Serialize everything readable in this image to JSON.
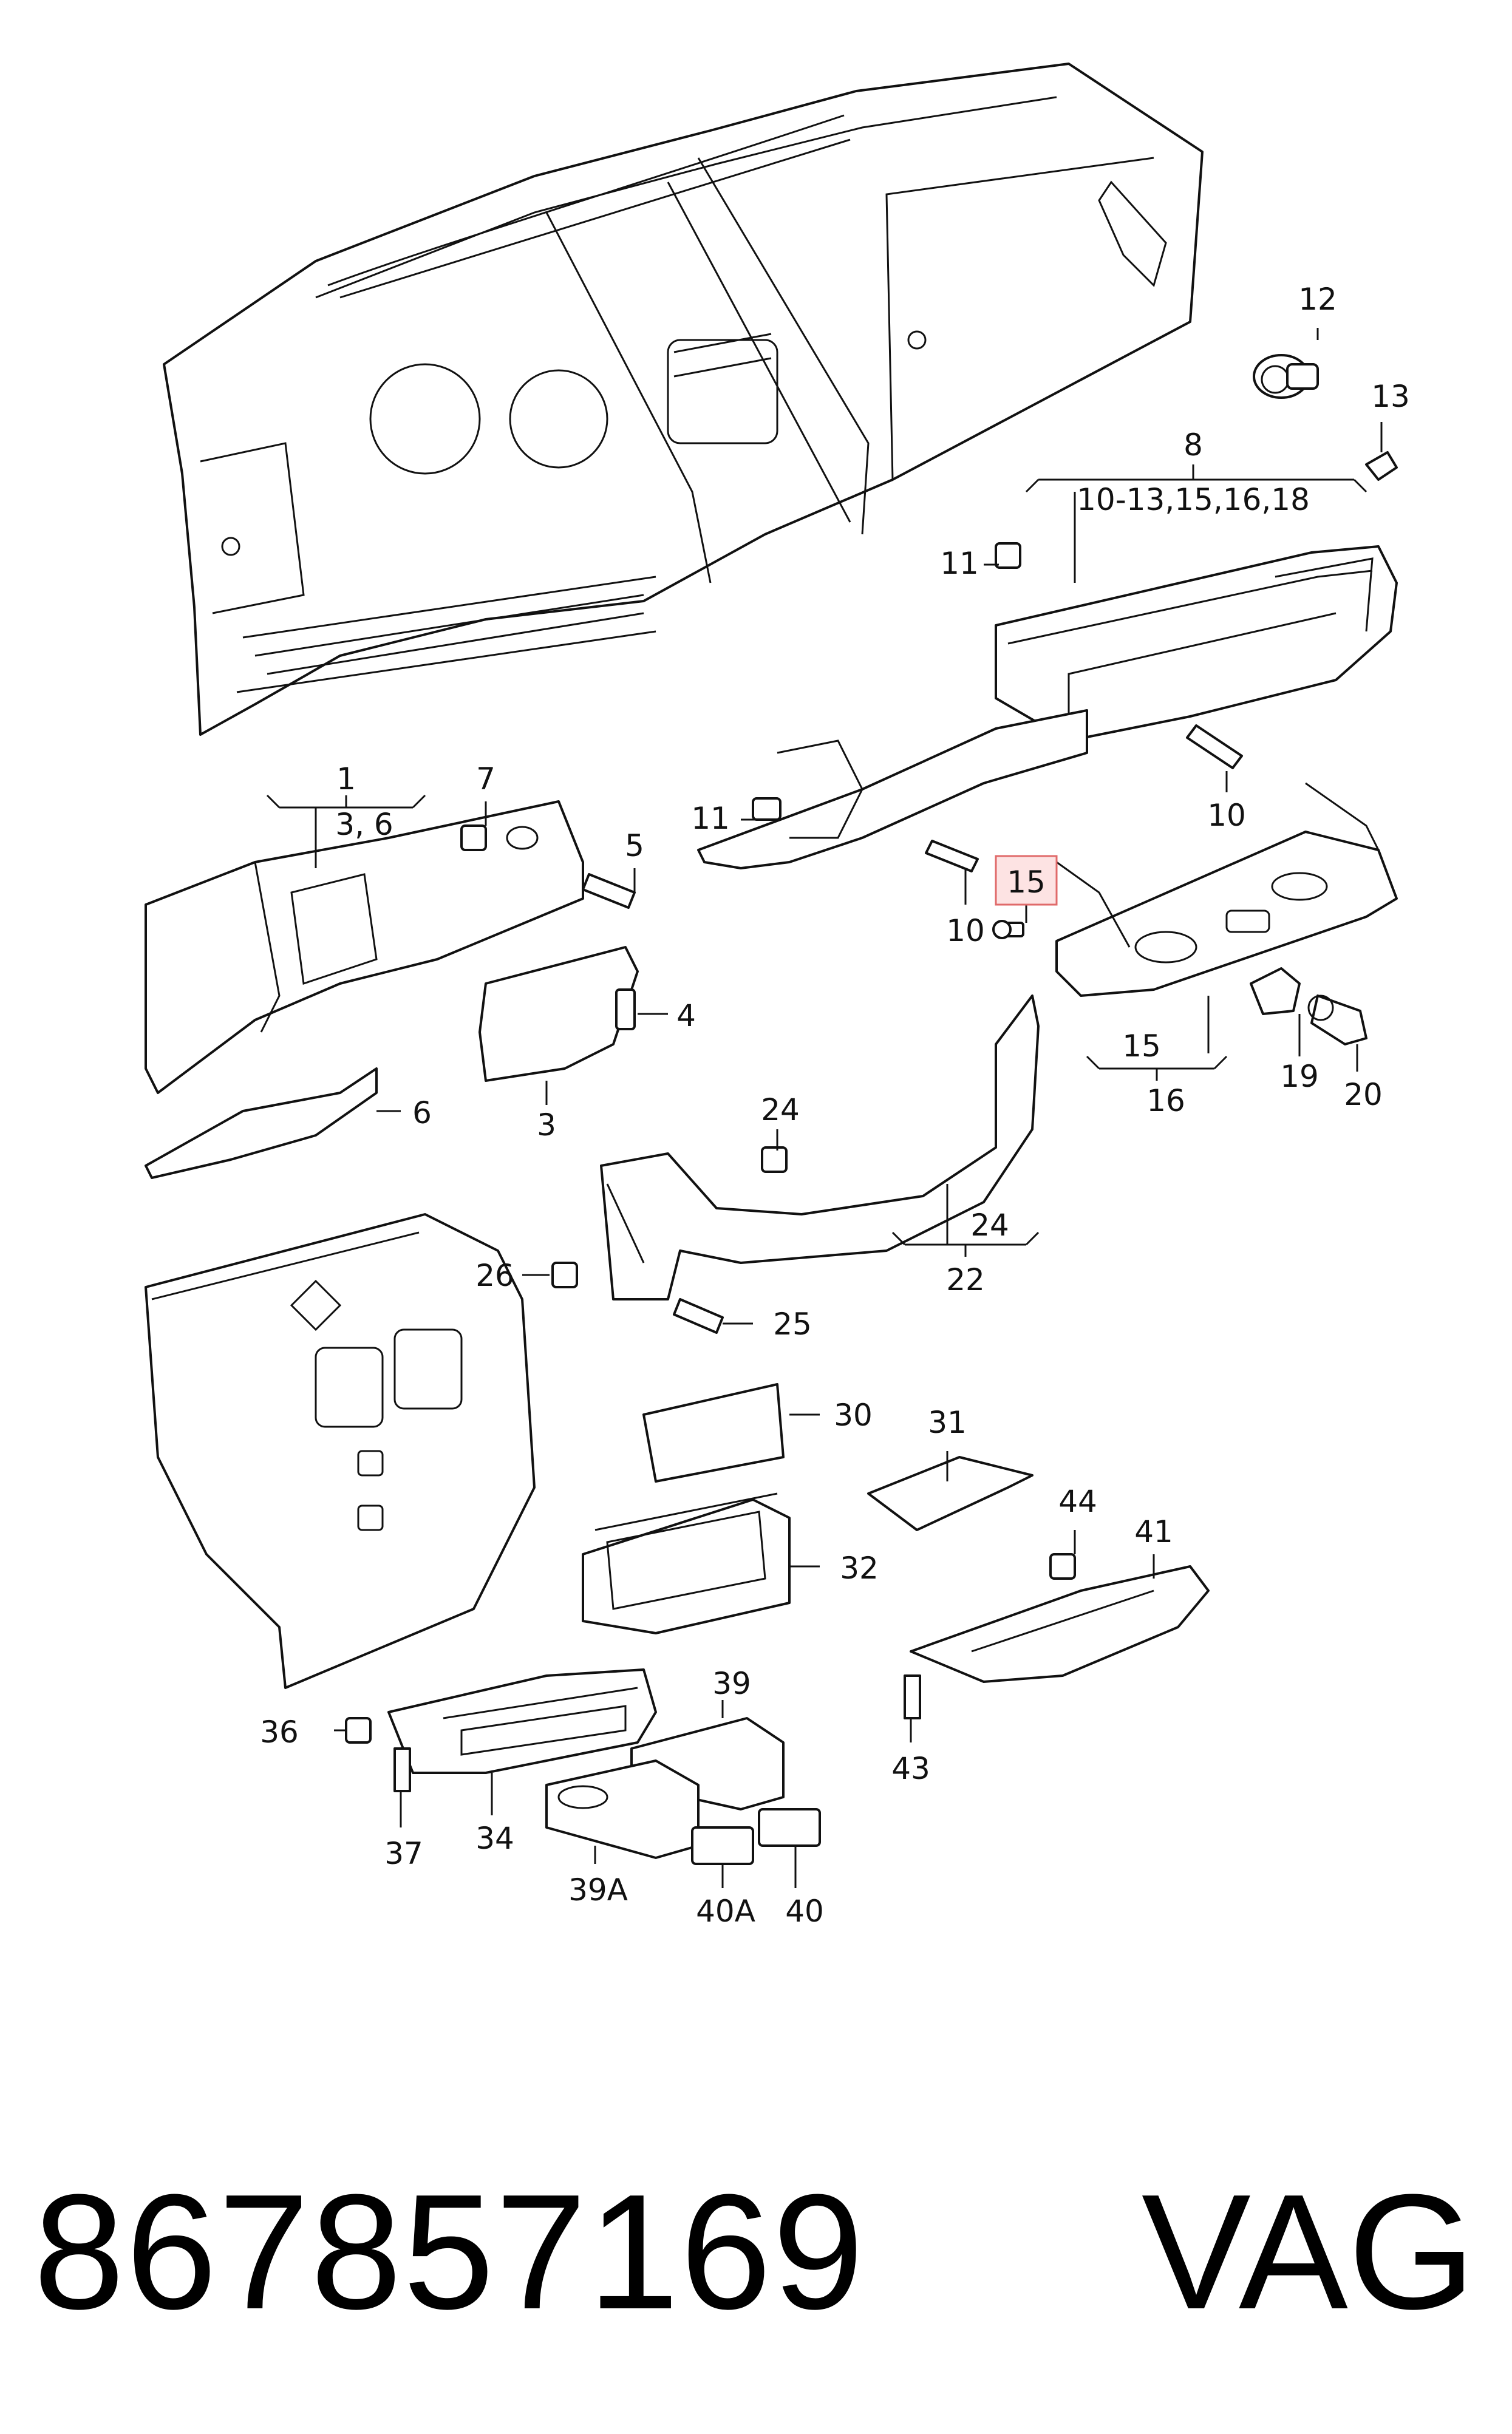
{
  "callouts": {
    "c1": "1",
    "c1_sub": "3, 6",
    "c3": "3",
    "c4": "4",
    "c5": "5",
    "c6": "6",
    "c7": "7",
    "c8": "8",
    "c8_sub": "10-13,15,16,18",
    "c10a": "10",
    "c10b": "10",
    "c11a": "11",
    "c11b": "11",
    "c12": "12",
    "c13": "13",
    "c15": "15",
    "c15b": "15",
    "c16": "16",
    "c19": "19",
    "c20": "20",
    "c22": "22",
    "c24a": "24",
    "c24b": "24",
    "c25": "25",
    "c26": "26",
    "c30": "30",
    "c31": "31",
    "c32": "32",
    "c34": "34",
    "c36": "36",
    "c37": "37",
    "c39": "39",
    "c39a": "39A",
    "c40": "40",
    "c40a": "40A",
    "c41": "41",
    "c43": "43",
    "c44": "44"
  },
  "highlight": {
    "callout": "15",
    "color": "#e06a6a"
  },
  "footer": {
    "part_number": "867857169",
    "brand": "VAG"
  }
}
